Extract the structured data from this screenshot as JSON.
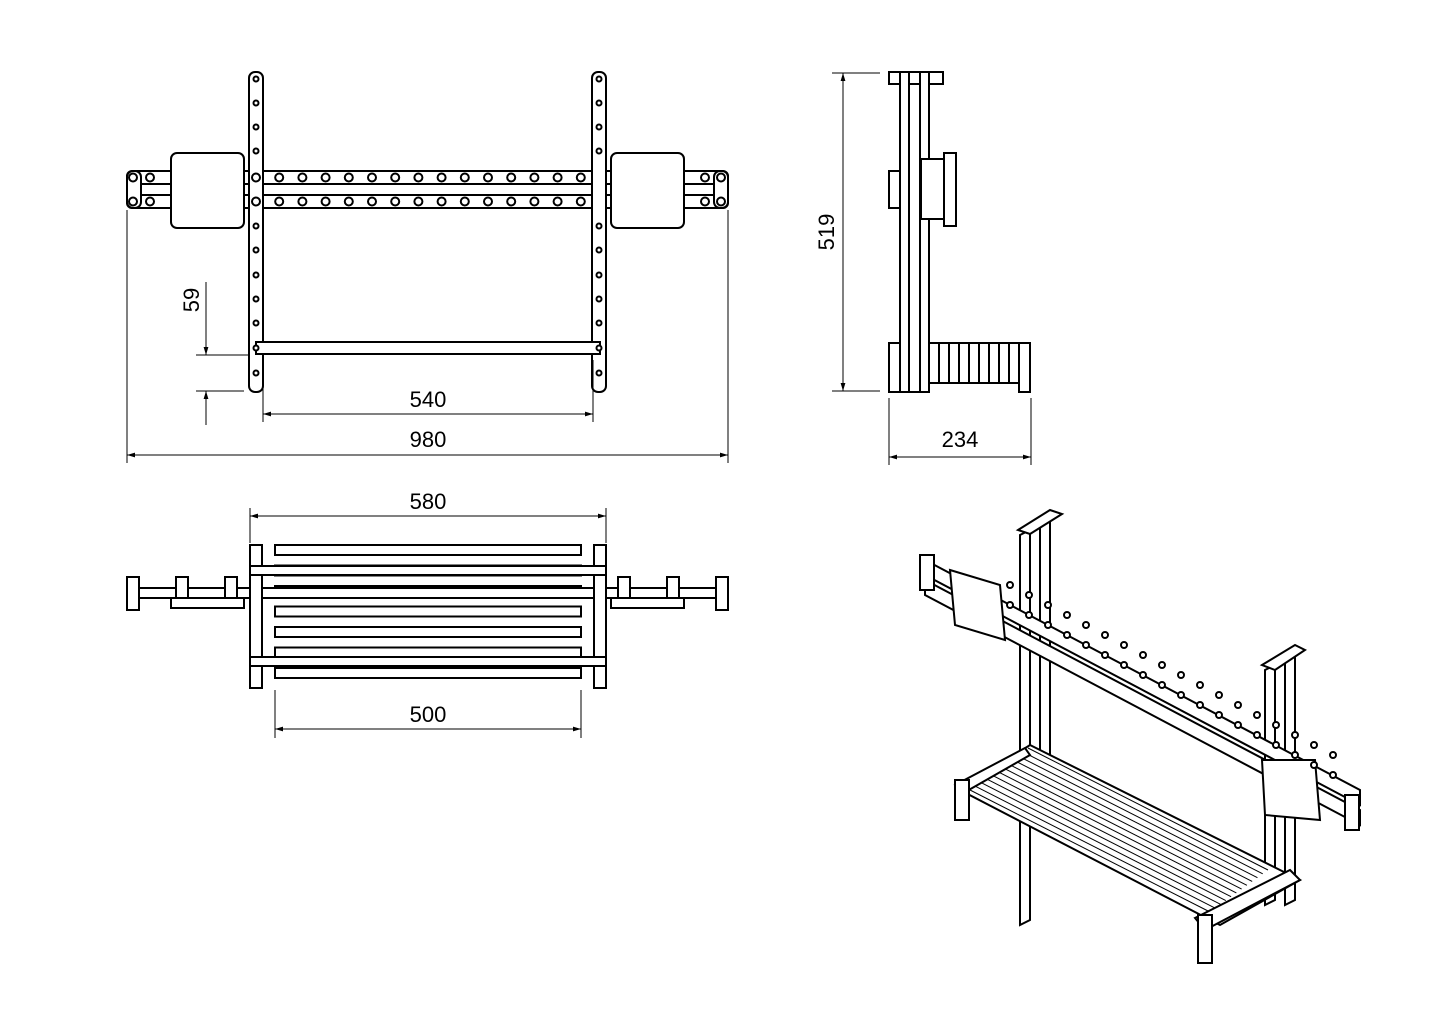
{
  "drawing": {
    "views": [
      "front",
      "side",
      "top",
      "isometric"
    ],
    "dimensions": {
      "front_inner_width": "540",
      "front_overall_width": "980",
      "front_bottom_offset": "59",
      "side_height": "519",
      "side_depth": "234",
      "top_frame_width": "580",
      "top_shelf_width": "500"
    },
    "line_color": "#000000",
    "background": "#ffffff"
  }
}
